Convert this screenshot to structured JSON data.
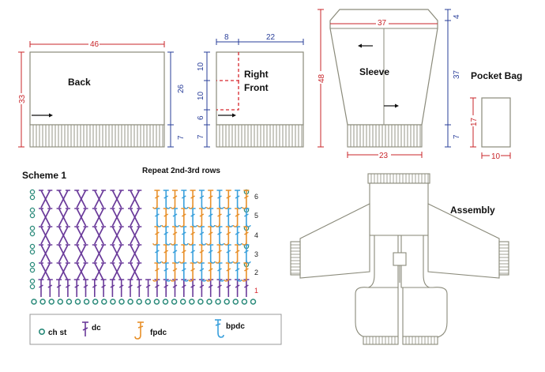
{
  "labels": {
    "back": "Back",
    "right_front_1": "Right",
    "right_front_2": "Front",
    "sleeve": "Sleeve",
    "pocket_bag": "Pocket Bag",
    "scheme": "Scheme 1",
    "repeat": "Repeat 2nd-3rd rows",
    "assembly": "Assembly"
  },
  "dimensions": {
    "back_width": "46",
    "back_height": "33",
    "back_body": "26",
    "back_rib": "7",
    "front_left": "8",
    "front_right": "22",
    "front_seg_a": "10",
    "front_seg_b": "10",
    "front_seg_c": "6",
    "front_rib": "7",
    "sleeve_height": "48",
    "sleeve_top": "37",
    "sleeve_cap": "4",
    "sleeve_body": "37",
    "sleeve_rib": "7",
    "sleeve_bottom": "23",
    "pocket_height": "17",
    "pocket_width": "10"
  },
  "rows": [
    "1",
    "2",
    "3",
    "4",
    "5",
    "6"
  ],
  "legend": {
    "ch": "ch st",
    "dc": "dc",
    "fpdc": "fpdc",
    "bpdc": "bpdc"
  },
  "colors": {
    "red": "#c8252a",
    "blue": "#2a3f9a",
    "purple": "#6a3a9a",
    "teal": "#2a8a7a",
    "orange": "#e8902a",
    "lightblue": "#3aa0dc",
    "outline": "#8a8a7a"
  }
}
